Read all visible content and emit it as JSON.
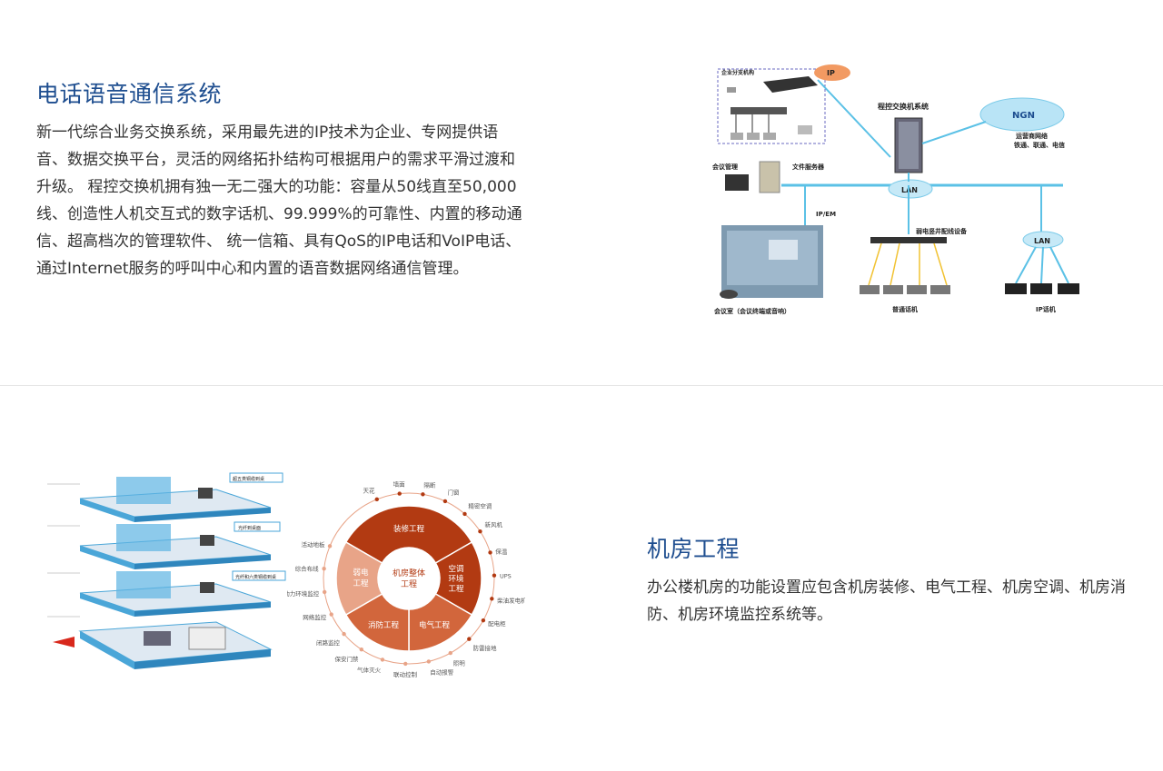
{
  "section1": {
    "title": "电话语音通信系统",
    "description": "新一代综合业务交换系统，采用最先进的IP技术为企业、专网提供语音、数据交换平台，灵活的网络拓扑结构可根据用户的需求平滑过渡和升级。 程控交换机拥有独一无二强大的功能：容量从50线直至50,000线、创造性人机交互式的数字话机、99.999%的可靠性、内置的移动通信、超高档次的管理软件、 统一信箱、具有QoS的IP电话和VoIP电话、通过Internet服务的呼叫中心和内置的语音数据网络通信管理。",
    "diagram": {
      "enterprise_label": "企业分支机构",
      "ip_label": "IP",
      "pbx_label": "程控交换机系统",
      "ngn_label": "NGN",
      "carrier_label_1": "运营商网络",
      "carrier_label_2": "铁通、联通、电信",
      "mgmt_label": "会议管理",
      "file_server_label": "文件服务器",
      "lan_label": "LAN",
      "ipem_label": "IP/EM",
      "weak_label": "弱电竖井配线设备",
      "lan2_label": "LAN",
      "meeting_label": "会议室（会议终端或音响）",
      "phone_label": "普通话机",
      "ipphone_label": "IP话机"
    }
  },
  "section2": {
    "title": "机房工程",
    "description": "办公楼机房的功能设置应包含机房装修、电气工程、机房空调、机房消防、机房环境监控系统等。",
    "wheel": {
      "center_line1": "机房整体",
      "center_line2": "工程",
      "seg_top": "装修工程",
      "seg_right_1": "空调",
      "seg_right_2": "环境",
      "seg_right_3": "工程",
      "seg_left_1": "弱电",
      "seg_left_2": "工程",
      "seg_bottom_left": "消防工程",
      "seg_bottom_right": "电气工程",
      "labels": [
        "天花",
        "墙面",
        "隔断",
        "门窗",
        "精密空调",
        "新风机",
        "保温",
        "UPS",
        "柴油发电机",
        "配电柜",
        "防雷接地",
        "照明",
        "自动报警",
        "联动控制",
        "气体灭火",
        "保安门禁",
        "闭路监控",
        "网络监控",
        "动力环境监控",
        "综合布线",
        "活动地板"
      ]
    },
    "building": {
      "label_1": "超五类铜缆到桌",
      "label_2": "光纤到桌面",
      "label_3": "光纤和六类铜缆到桌"
    }
  },
  "colors": {
    "title": "#1d4d8f",
    "text": "#333333",
    "divider": "#e6e6e6",
    "wheel_dark": "#b23a12",
    "wheel_mid": "#d2663c",
    "wheel_light": "#e8a488",
    "floor_blue": "#4aa6d8"
  }
}
